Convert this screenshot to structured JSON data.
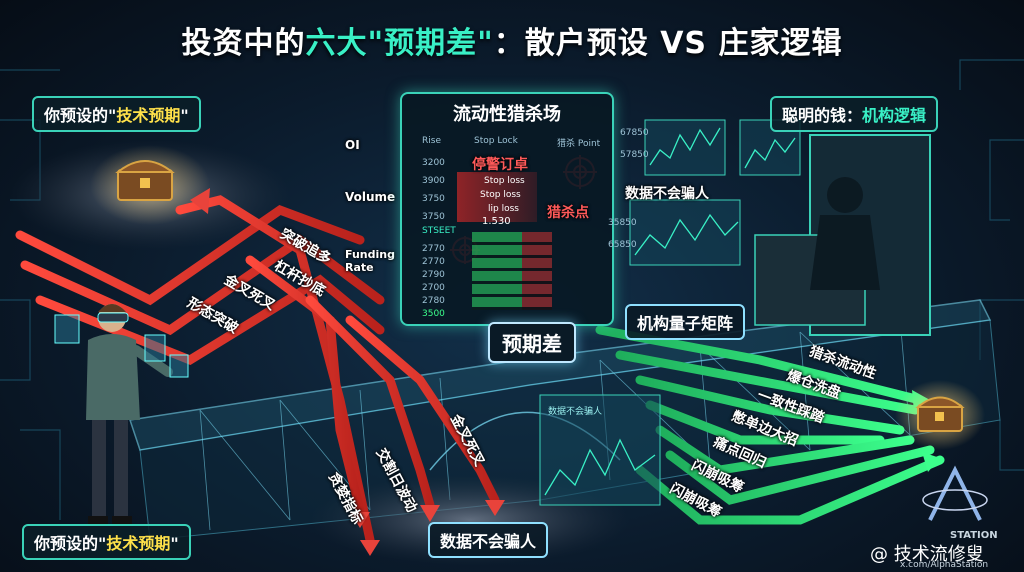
{
  "title": {
    "prefix": "投资中的",
    "highlight": "六大\"预期差\"",
    "suffix": "：散户预设 VS 庄家逻辑"
  },
  "left_top_tag": {
    "prefix": "你预设的\"",
    "highlight": "技术预期",
    "suffix": "\""
  },
  "left_bottom_tag": {
    "prefix": "你预设的\"",
    "highlight": "技术预期",
    "suffix": "\""
  },
  "right_top_tag": {
    "prefix": "聪明的钱：",
    "highlight": "机构逻辑"
  },
  "center_panel": {
    "title": "流动性猎杀场",
    "col_rise": "Rise",
    "col_stop": "Stop Lock",
    "col_point": "猎杀 Point",
    "rows": [
      "3200",
      "3900",
      "3750",
      "3750"
    ],
    "stop_labels": [
      "Stop loss",
      "Stop loss",
      "lip loss"
    ],
    "label_stop": "停警订卓",
    "label_hunt": "猎杀点",
    "mid_value": "1.530",
    "street": "STSEET",
    "lower_rows": [
      "2770",
      "2770",
      "2790",
      "2700",
      "2780",
      "3500"
    ]
  },
  "left_side_labels": {
    "oi": "OI",
    "volume": "Volume",
    "funding": "Funding Rate"
  },
  "retail_arrow_labels": [
    "突破追多",
    "杠杆抄底",
    "金叉死叉",
    "形态突破"
  ],
  "falling_labels": [
    "金叉死叉",
    "交割日波动",
    "贪婪指标"
  ],
  "expectation_gap": "预期差",
  "institution_matrix": "机构量子矩阵",
  "data_no_lie_top": "数据不会骗人",
  "data_no_lie_bottom": "数据不会骗人",
  "data_screen_caption": "数据不会骗人",
  "institution_arrow_labels": [
    "猎杀流动性",
    "爆仓洗盘",
    "一致性踩踏",
    "憋单边大招",
    "痛点回归",
    "闪崩吸筹",
    "闪崩吸筹"
  ],
  "chart_numbers": [
    "67850",
    "57850",
    "35850",
    "65850"
  ],
  "watermark": {
    "logo_text": "STATION",
    "handle": "@ 技术流修叟",
    "url": "x.com/AlphaStation"
  },
  "colors": {
    "accent": "#39f0c6",
    "retail_red": "#e8433b",
    "institution_green": "#2fe07a",
    "gold": "#ffe14a",
    "frame": "#3ad2b8"
  }
}
